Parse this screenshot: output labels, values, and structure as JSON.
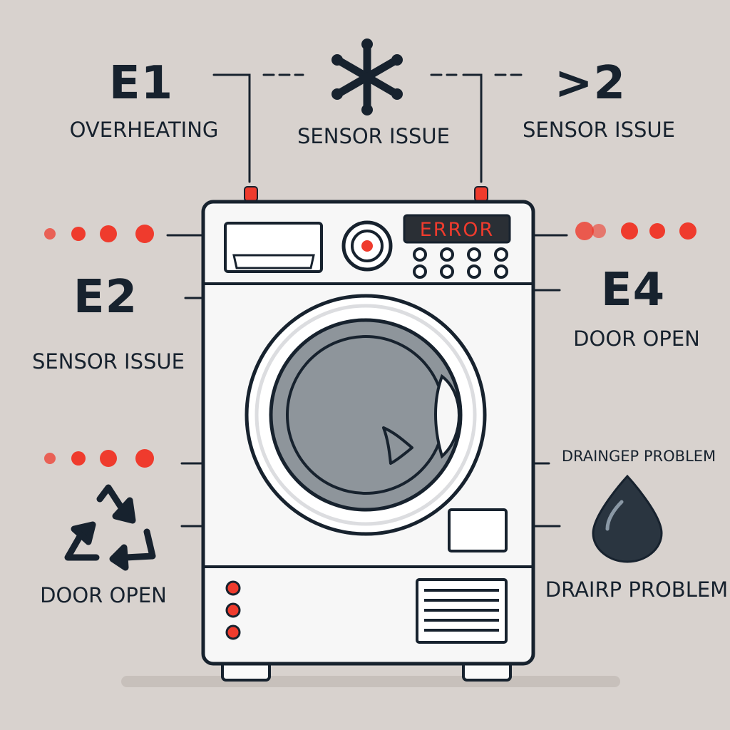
{
  "colors": {
    "background": "#d8d2ce",
    "ink": "#17222e",
    "accent_red": "#ef3b2d",
    "panel_white": "#fafafa",
    "drum_gray": "#8e959b"
  },
  "labels": {
    "e1_code": "E1",
    "e1_desc": "OVERHEATING",
    "top_center_desc": "SENSOR ISSUE",
    "top_right_code": ">2",
    "top_right_desc": "SENSOR ISSUE",
    "e2_code": "E2",
    "e2_desc": "SENSOR ISSUE",
    "e4_code": "E4",
    "e4_desc": "DOOR OPEN",
    "bottom_left_desc": "DOOR OPEN",
    "drain_top_desc": "DRAINGEP PROBLEM",
    "drain_bottom_desc": "DRAIRP PROBLEM"
  },
  "display": {
    "text": "ERROR"
  },
  "icons": {
    "snowflake": "snowflake-icon",
    "recycle": "recycle-icon",
    "water_drop": "water-drop-icon",
    "status_dots": "status-dots-icon",
    "dryer": "dryer-illustration"
  }
}
